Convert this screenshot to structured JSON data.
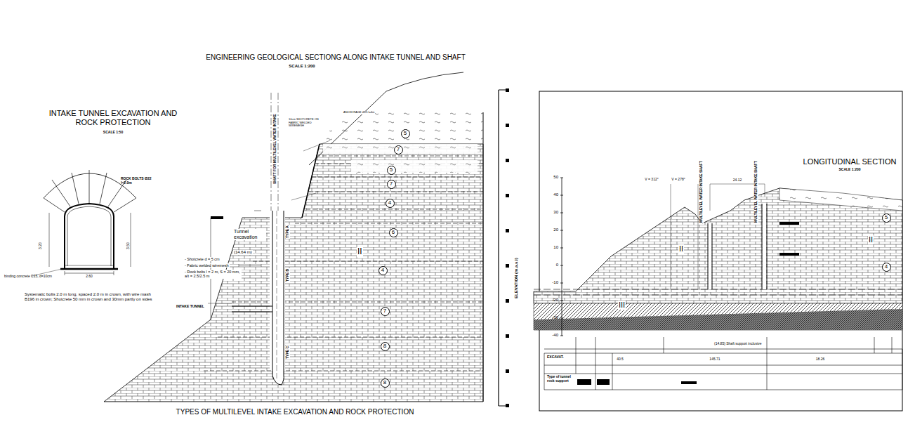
{
  "diagram": {
    "title": "ENGINEERING GEOLOGICAL SECTIONG ALONG INTAKE TUNNEL AND SHAFT",
    "caption": "TYPES OF MULTILEVEL INTAKE EXCAVATION AND ROCK PROTECTION",
    "nodes": [
      {
        "text": [
          "5"
        ]
      },
      {
        "text": [
          "7"
        ]
      },
      {
        "text": [
          "5"
        ]
      },
      {
        "text": [
          "7"
        ]
      },
      {
        "text": [
          "4"
        ]
      },
      {
        "text": [
          "6"
        ]
      },
      {
        "text": [
          "4"
        ]
      },
      {
        "text": [
          "7"
        ]
      },
      {
        "text": [
          "8"
        ]
      },
      {
        "text": [
          "8"
        ]
      },
      {
        "text": [
          "5"
        ]
      },
      {
        "text": [
          "4"
        ]
      }
    ],
    "labels": [
      "SCALE 1:200",
      "INTAKE TUNNEL EXCAVATION AND ROCK PROTECTION",
      "SCALE 1:50",
      "ROCK BOLTS Ø22 l=2.0m",
      "3.20",
      "3.50",
      "2.60",
      "binding concrete C15, d=10cm",
      "Systematic bolts 2.0 m long, spaced 2.0 m in crown, with wire mash B196 in crown; Shotcrete 50 mm in crown and 30mm partly on sides",
      "SHAFT FOR MULTILEVEL WATER INTAKE",
      "10cm SHOTCRETE ON FABRIC WELDED WIREMESH",
      "ANCHORAGE Ø25 l=4m",
      "Tunnel excavation",
      "(14.64 m)",
      "- Shotcrete d = 5 cm",
      "- Fabric welded wiremesh",
      "- Rock bolts l = 2 m, S = 20 mm, a/t = 2.5/2.5 m",
      "INTAKE TUNNEL",
      "TYPE A",
      "TYPE B",
      "TYPE C",
      "II",
      "ELEVATION (m.a.s.l)",
      "LONGITUDINAL SECTION",
      "SCALE 1:200",
      "50",
      "40",
      "30",
      "20",
      "10",
      "0",
      "-10",
      "-20",
      "-30",
      "-40",
      "V = 312°",
      "V = 278°",
      "MULTILEVEL WATER INTAKE SHAFT",
      "MULTILEVEL WATER INTAKE SHAFT",
      "24.12",
      "(14.85) Shaft support inclusive",
      "II",
      "II",
      "III",
      "EXCAVAT.",
      "Type of tunnel rock support",
      "40.5",
      "145.71",
      "18.26"
    ]
  }
}
